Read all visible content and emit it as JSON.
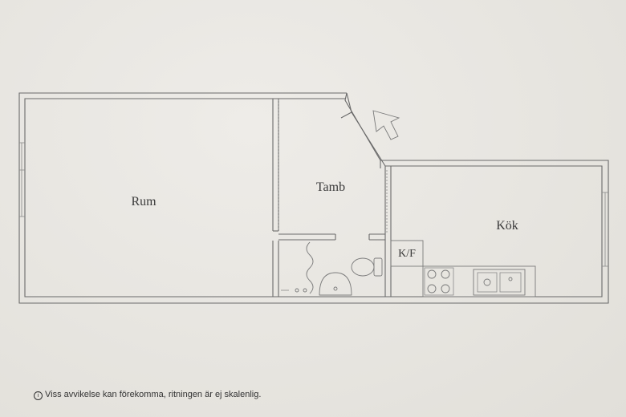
{
  "rooms": {
    "rum": "Rum",
    "tamb": "Tamb",
    "kok": "Kök",
    "kf": "K/F"
  },
  "icons": {
    "entrance": "entrance-arrow-icon",
    "info": "info-icon"
  },
  "disclaimer": {
    "icon_glyph": "i",
    "text": "Viss avvikelse kan förekomma, ritningen är ej skalenlig."
  }
}
